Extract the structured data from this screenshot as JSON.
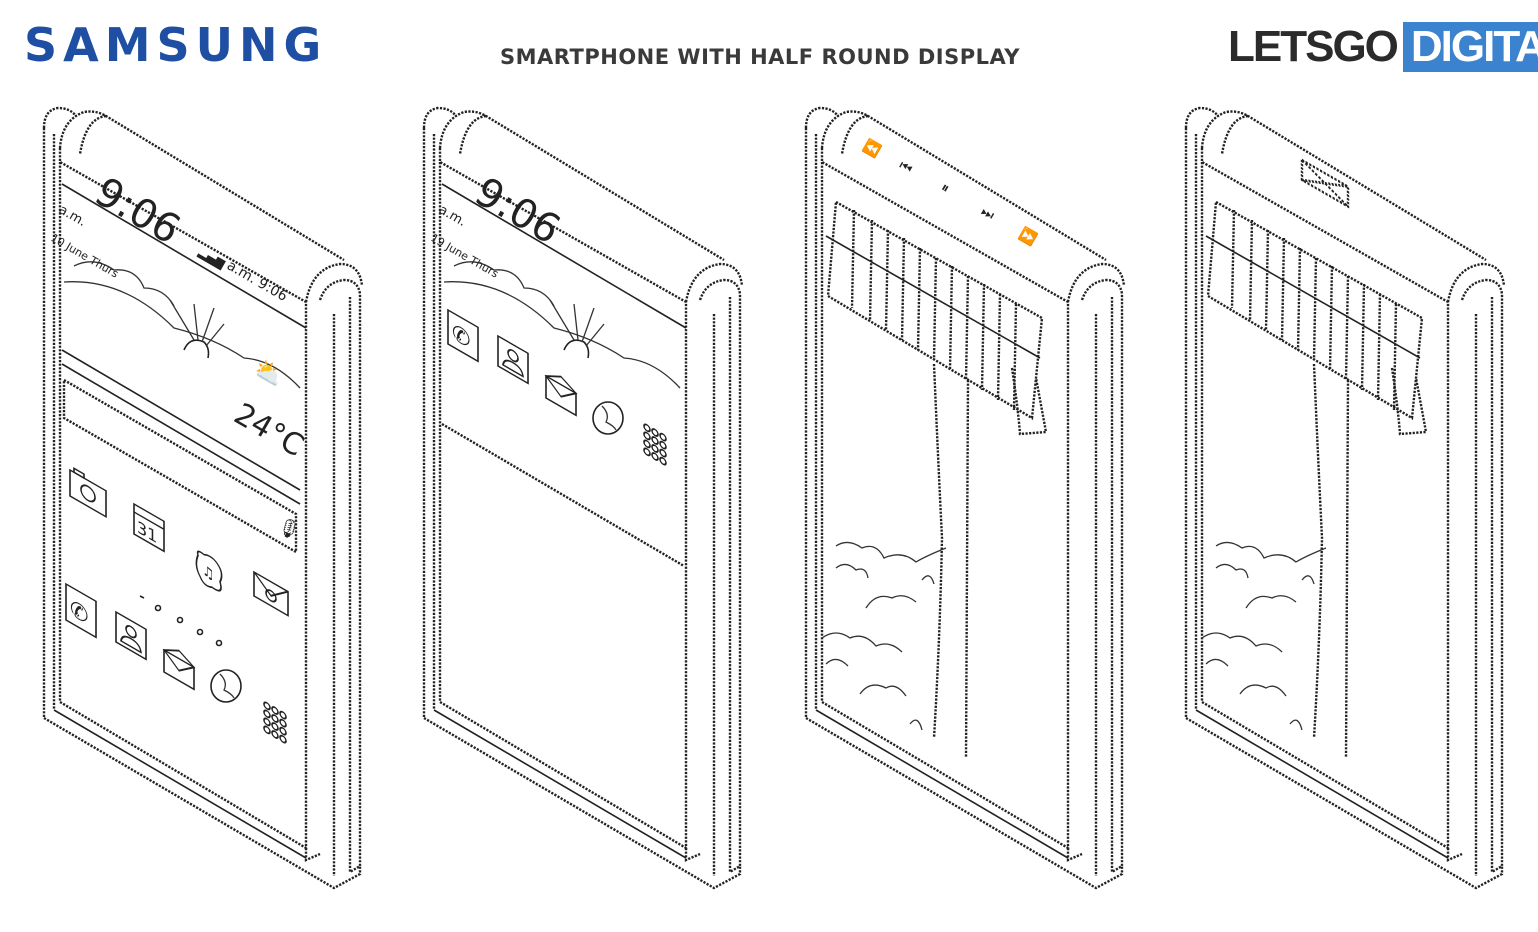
{
  "header": {
    "brand_left": "SAMSUNG",
    "title": "SMARTPHONE WITH HALF ROUND DISPLAY",
    "brand_right_a": "LETSGO",
    "brand_right_b": "DIGITAL"
  },
  "colors": {
    "samsung_blue": "#1f4fa3",
    "letsgo_dark": "#2b2b2b",
    "digital_blue": "#3b82cf",
    "line": "#222222"
  },
  "figures": [
    {
      "id": "figure-1",
      "clock": {
        "ampm": "a.m.",
        "time": "9:06",
        "date": "10 June Thurs"
      },
      "status_bar": "a.m. 9:06",
      "weather": {
        "temperature": "24°C",
        "icon": "sun-cloud-icon"
      },
      "calendar_day": "31",
      "icons": [
        "camera-icon",
        "calendar-icon",
        "music-icon",
        "settings-mail-icon",
        "phone-icon",
        "contact-icon",
        "mail-icon",
        "globe-icon",
        "apps-grid-icon",
        "mic-icon"
      ]
    },
    {
      "id": "figure-2",
      "clock": {
        "ampm": "a.m.",
        "time": "9:06",
        "date": "19 June Thurs"
      },
      "icons": [
        "phone-icon",
        "contact-icon",
        "mail-icon",
        "globe-icon",
        "apps-grid-icon"
      ]
    },
    {
      "id": "figure-3",
      "edge_controls": [
        "rewind-icon",
        "previous-icon",
        "pause-icon",
        "next-icon",
        "fast-forward-icon"
      ],
      "scene": "curtain and trees"
    },
    {
      "id": "figure-4",
      "edge_controls": [
        "envelope-icon"
      ],
      "scene": "curtain and trees"
    }
  ]
}
